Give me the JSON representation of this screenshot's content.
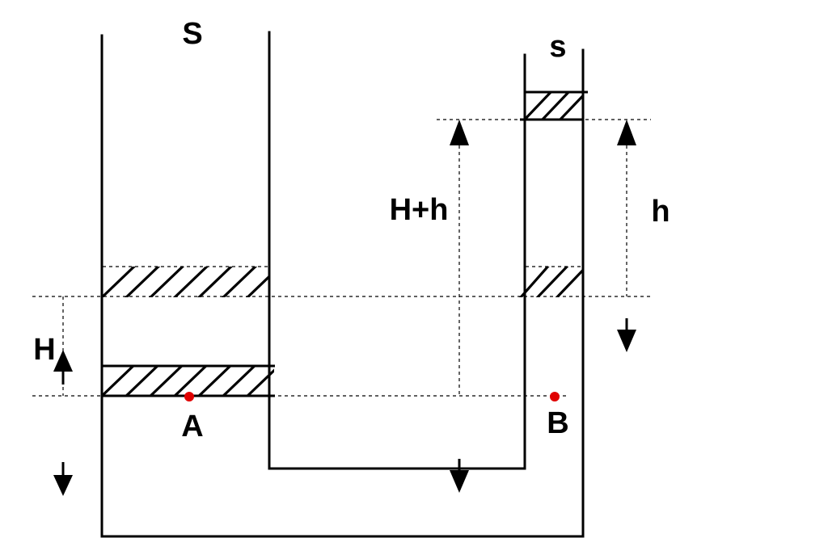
{
  "labels": {
    "large_tube_area": "S",
    "small_tube_area": "s",
    "height_sum": "H+h",
    "height_small": "h",
    "height_large": "H",
    "point_a": "A",
    "point_b": "B"
  },
  "colors": {
    "lines": "#000000",
    "points": "#e00000",
    "background": "#ffffff"
  }
}
